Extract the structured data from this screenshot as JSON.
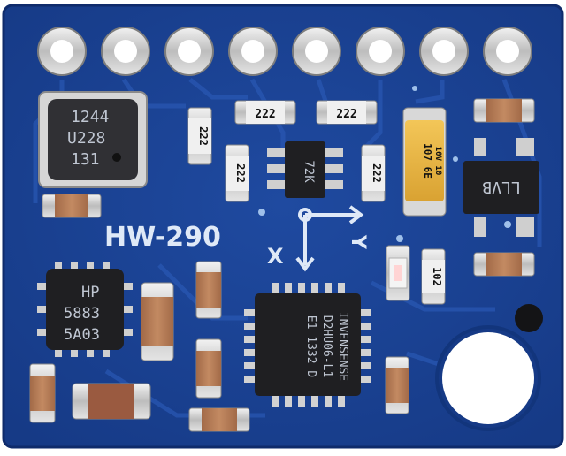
{
  "board": {
    "label": "HW-290",
    "axis_x": "X",
    "axis_y": "Y",
    "pin_count": 8,
    "colors": {
      "pcb": "#1a3f8e",
      "pcb_edge": "#0f2b6b",
      "pad": "#c9c9c9",
      "silkscreen": "#dfe9f7",
      "tantalum": "#e9b53a",
      "ic": "#1c1c1f"
    }
  },
  "components": {
    "pressure_sensor": [
      "1244",
      "U228",
      "131"
    ],
    "magnetometer": [
      "HP",
      "5883",
      "5A03"
    ],
    "imu": [
      "INVENSENSE",
      "D2HU06-L1",
      "E1 1332 D"
    ],
    "opamp": "72K",
    "regulator": "LLVB",
    "tantalum_cap": [
      "107 6E",
      "10V 10"
    ],
    "resistor_label": "222",
    "led_resistor": "102"
  }
}
